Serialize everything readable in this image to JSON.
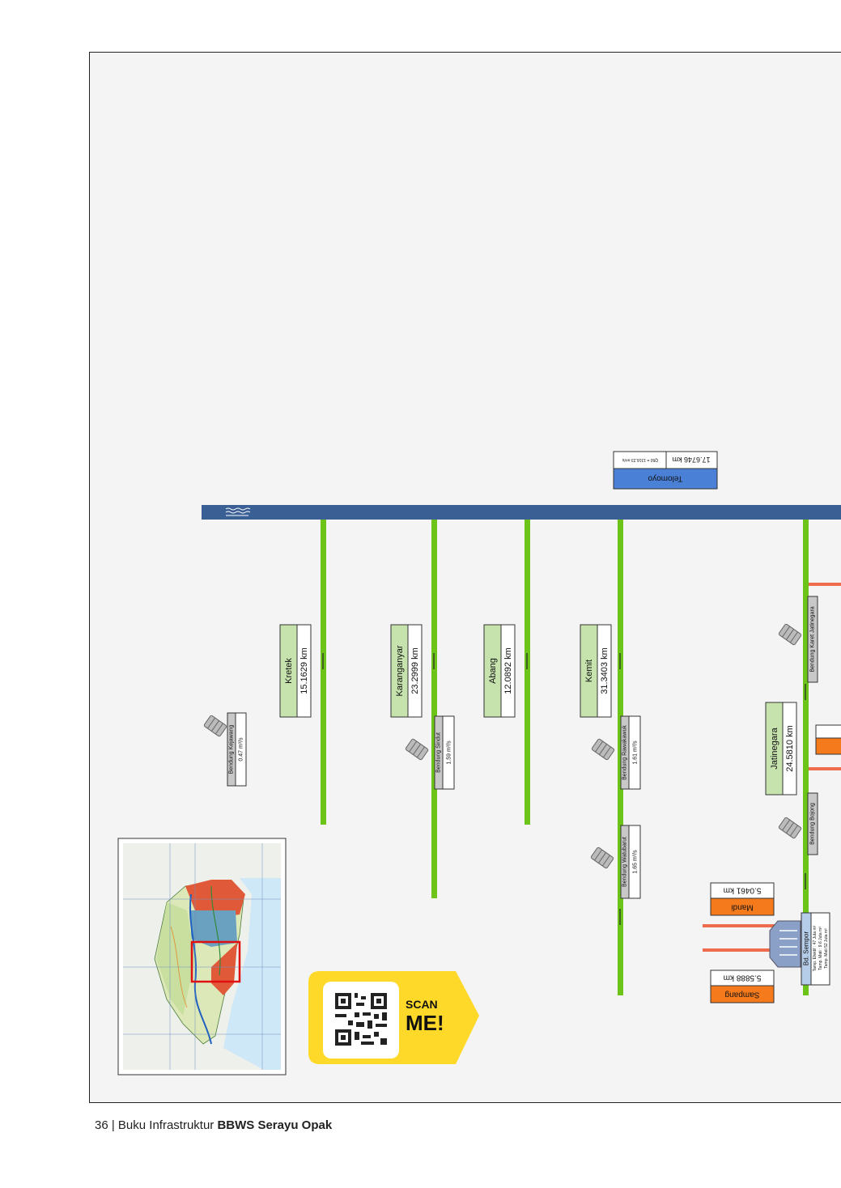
{
  "rivers": [
    {
      "name": "Kretek",
      "length": "15.1629 km"
    },
    {
      "name": "Karanganyar",
      "length": "23.2999 km"
    },
    {
      "name": "Abang",
      "length": "12.0892 km"
    },
    {
      "name": "Kemit",
      "length": "31.3403 km"
    },
    {
      "name": "Jatinegara",
      "length": "24.5810 km"
    }
  ],
  "telomoyo": {
    "name": "Telomoyo",
    "length": "17.6746 km",
    "q50": "Q50 = 1316.23 m³/s"
  },
  "weirs": [
    {
      "name": "Bendung Kejawang",
      "flow": "0.47 m³/s"
    },
    {
      "name": "Bendung Sindut",
      "flow": "1.59 m³/s"
    },
    {
      "name": "Bendung Rawakawuk",
      "flow": "1.61 m³/s"
    },
    {
      "name": "Bendung Watubarut",
      "flow": "1.65 m³/s"
    },
    {
      "name": "Bendung Karet Jatinegara",
      "flow": ""
    },
    {
      "name": "Bendung Bojong",
      "flow": ""
    }
  ],
  "dam": {
    "name": "Bd. Sempor",
    "specs": [
      "Tamp. Efektif : 47 Juta m³",
      "Tamp. Mati : 9.6 Juta m³",
      "Tamp. Mati 52 Juta m³"
    ]
  },
  "tributaries": [
    {
      "name": "Mandi",
      "length": "5.0461 km"
    },
    {
      "name": "Sampang",
      "length": "5.5888 km"
    }
  ],
  "scan": {
    "line1": "SCAN",
    "line2": "ME!"
  },
  "footer": {
    "page": "36 | Buku Infrastruktur ",
    "title": "BBWS Serayu Opak"
  },
  "colors": {
    "main_river": "#3a5f95",
    "tributary": "#6cc419",
    "label_green": "#c6e3ae",
    "telomoyo_blue": "#4a80d6",
    "orange": "#f57a1c",
    "scan_yellow": "#ffd92a"
  }
}
